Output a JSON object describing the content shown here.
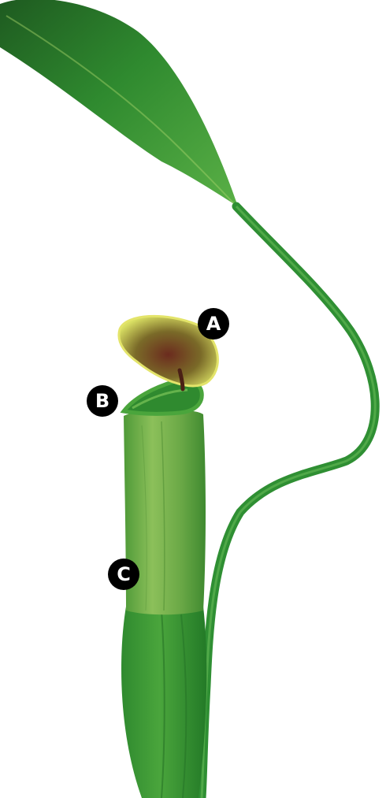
{
  "figure": {
    "markers": [
      {
        "id": "marker-a",
        "label": "A"
      },
      {
        "id": "marker-b",
        "label": "B"
      },
      {
        "id": "marker-c",
        "label": "C"
      }
    ],
    "colors": {
      "leaf_dark": "#1f5a1f",
      "leaf_mid": "#2f8a2f",
      "leaf_light": "#5fb04a",
      "pitcher_light": "#9cc860",
      "lid_rim": "#e3e46a",
      "lid_interior": "#6b2b1e",
      "marker_bg": "#000000",
      "marker_text": "#ffffff"
    }
  }
}
